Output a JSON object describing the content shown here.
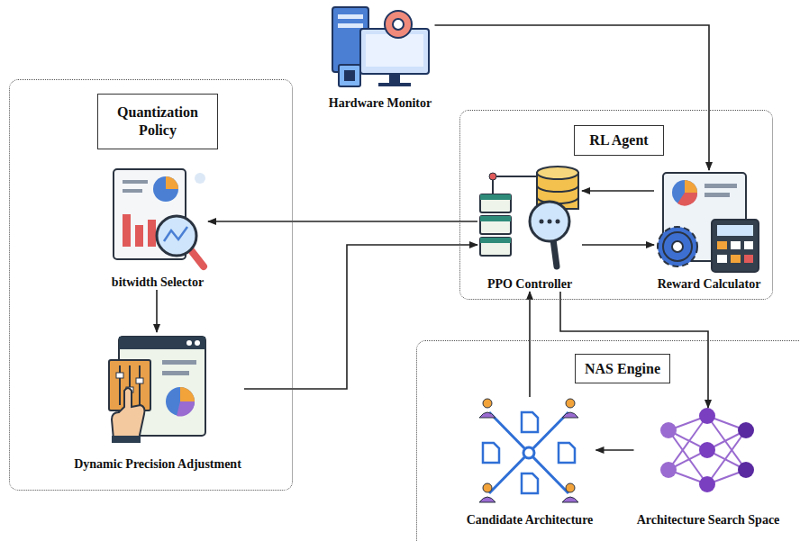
{
  "diagram": {
    "nodes": [
      {
        "text": [
          "Hardware Monitor"
        ]
      },
      {
        "text": [
          "Quantization Policy"
        ]
      },
      {
        "text": [
          "bitwidth Selector"
        ],
        "in": 1
      },
      {
        "text": [
          "Dynamic Precision Adjustment"
        ],
        "in": 1
      },
      {
        "text": [
          "RL Agent"
        ]
      },
      {
        "text": [
          "PPO Controller"
        ],
        "in": 4
      },
      {
        "text": [
          "Reward Calculator"
        ],
        "in": 4
      },
      {
        "text": [
          "NAS Engine"
        ]
      },
      {
        "text": [
          "Candidate Architecture"
        ],
        "in": 7
      },
      {
        "text": [
          "Architecture Search Space"
        ],
        "in": 7
      }
    ],
    "edges": [
      {
        "from": 0,
        "to": 6,
        "arrow": "to"
      },
      {
        "from": 6,
        "to": 5,
        "arrow": "to"
      },
      {
        "from": 5,
        "to": 6,
        "arrow": "to"
      },
      {
        "from": 5,
        "to": 2,
        "arrow": "to"
      },
      {
        "from": 2,
        "to": 3,
        "arrow": "to"
      },
      {
        "from": 3,
        "to": 5,
        "arrow": "to"
      },
      {
        "from": 5,
        "to": 9,
        "arrow": "to"
      },
      {
        "from": 9,
        "to": 8,
        "arrow": "to"
      },
      {
        "from": 8,
        "to": 5,
        "arrow": "to"
      }
    ]
  }
}
